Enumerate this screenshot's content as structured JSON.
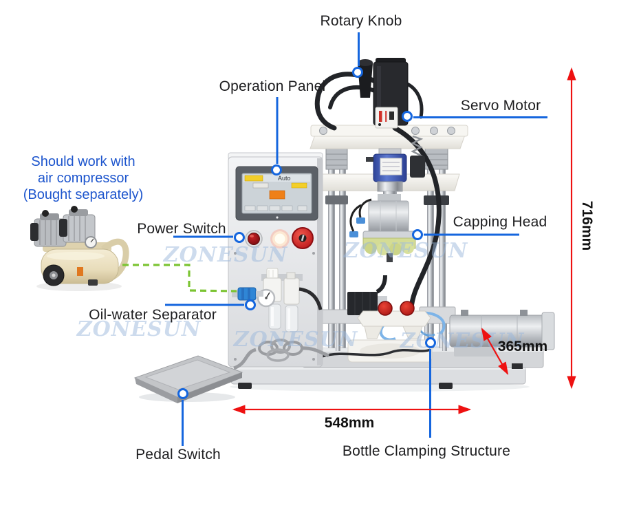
{
  "watermark": "ZONESUN",
  "screen": {
    "title": "Auto"
  },
  "callouts": {
    "rotary_knob": {
      "label": "Rotary Knob"
    },
    "operation_panel": {
      "label": "Operation Panel"
    },
    "servo_motor": {
      "label": "Servo Motor"
    },
    "power_switch": {
      "label": "Power Switch"
    },
    "capping_head": {
      "label": "Capping Head"
    },
    "oil_water_separator": {
      "label": "Oil-water Separator"
    },
    "pedal_switch": {
      "label": "Pedal Switch"
    },
    "bottle_clamping_structure": {
      "label": "Bottle Clamping Structure"
    }
  },
  "note": {
    "lines": [
      "Should work with",
      "air compressor",
      "(Bought separately)"
    ]
  },
  "dimensions": {
    "height": "716mm",
    "width": "548mm",
    "depth": "365mm"
  },
  "colors": {
    "callout_blue": "#1566de",
    "dimension_red": "#ee1111",
    "dashed_green": "#7cc433",
    "note_blue": "#1d55cd",
    "watermark_blue": "#9cb9dd"
  }
}
